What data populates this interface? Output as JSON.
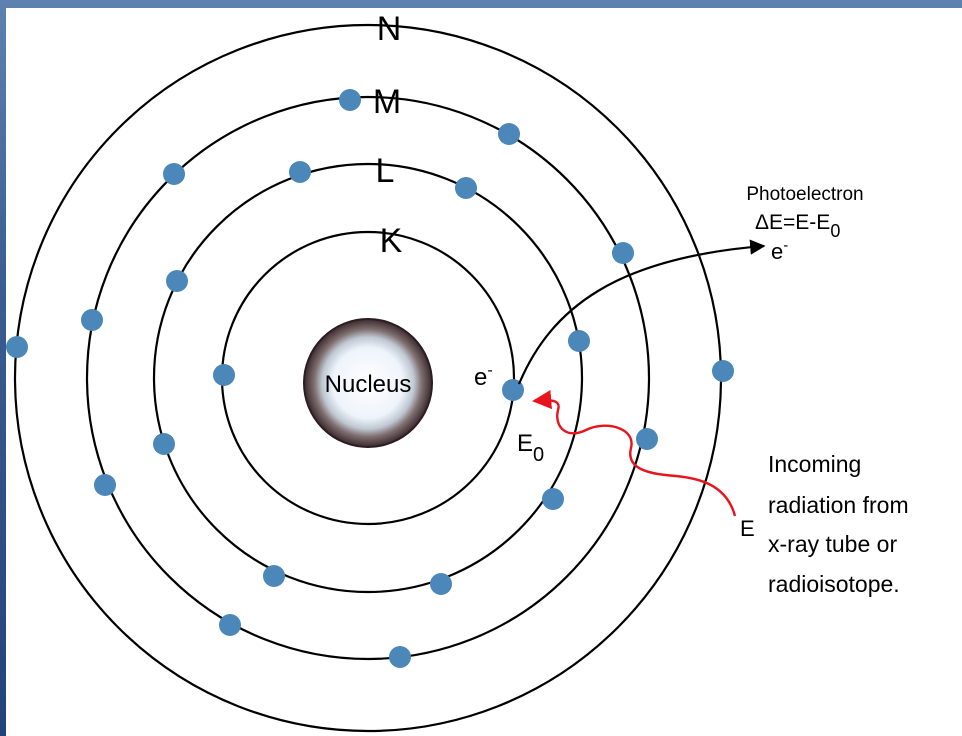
{
  "shells": [
    "K",
    "L",
    "M",
    "N"
  ],
  "nucleus_label": "Nucleus",
  "ejected_electron": {
    "symbol": "e",
    "charge": "-"
  },
  "binding_energy": {
    "symbol": "E",
    "subscript": "0"
  },
  "photoelectron": {
    "title": "Photoelectron",
    "delta": "Δ",
    "equation": "E=E-E",
    "equation_subscript": "0",
    "symbol": "e",
    "charge": "-"
  },
  "incoming": {
    "energy_symbol": "E",
    "line1": "Incoming",
    "line2": "radiation from",
    "line3": "x-ray tube or",
    "line4": "radioisotope."
  },
  "colors": {
    "electron": "#4b87b8",
    "radiation": "#e8141c",
    "shell": "#000000",
    "background_frame": "#3e5f93"
  }
}
